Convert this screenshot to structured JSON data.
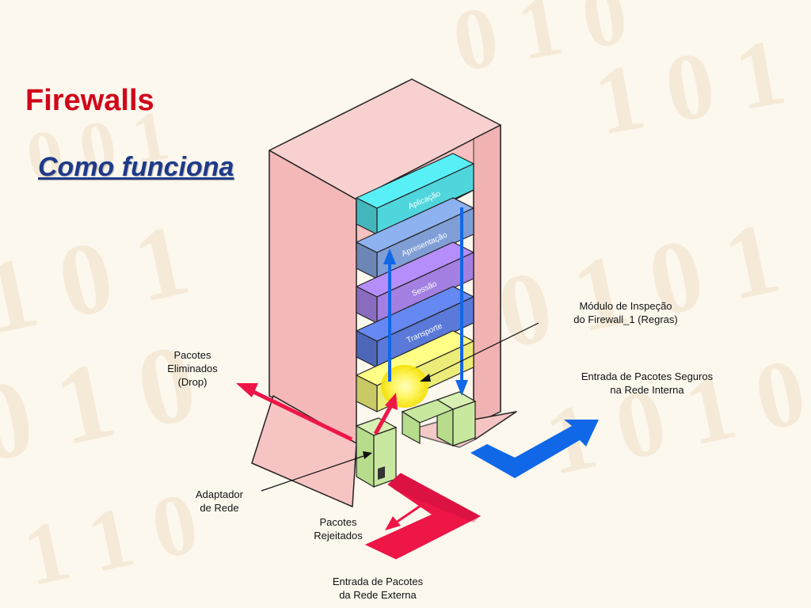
{
  "title": "Firewalls",
  "subtitle": "Como funciona",
  "colors": {
    "title": "#d0061a",
    "subtitle": "#1e3a8a",
    "cabinet": "#f6c2c2",
    "red_arrow": "#ee1547",
    "blue_arrow": "#1067e8"
  },
  "layers": [
    {
      "name": "Aplicação",
      "color": "#4fd6dc"
    },
    {
      "name": "Apresentação",
      "color": "#7f9ed6"
    },
    {
      "name": "Sessão",
      "color": "#a27fe0"
    },
    {
      "name": "Transporte",
      "color": "#5a79d8"
    },
    {
      "name": "",
      "color": "#ecec78"
    }
  ],
  "labels": {
    "inspection": [
      "Módulo de Inspeção",
      "do Firewall_1 (Regras)"
    ],
    "dropped": [
      "Pacotes",
      "Eliminados",
      "(Drop)"
    ],
    "secure_in": [
      "Entrada de Pacotes Seguros",
      "na Rede Interna"
    ],
    "adapter": [
      "Adaptador",
      "de Rede"
    ],
    "rejected": [
      "Pacotes",
      "Rejeitados"
    ],
    "external_in": [
      "Entrada de Pacotes",
      "da Rede Externa"
    ]
  }
}
